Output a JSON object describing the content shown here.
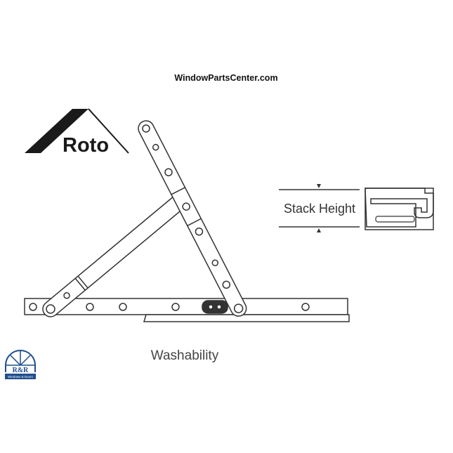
{
  "watermark": "WindowPartsCenter.com",
  "brand_logo": {
    "text": "Roto",
    "color": "#1a1a1a"
  },
  "stack_label": "Stack Height",
  "caption": "Washability",
  "dealer_logo": {
    "line1": "R&R",
    "line2": "Windows & Doors",
    "color": "#1f4e8c"
  }
}
